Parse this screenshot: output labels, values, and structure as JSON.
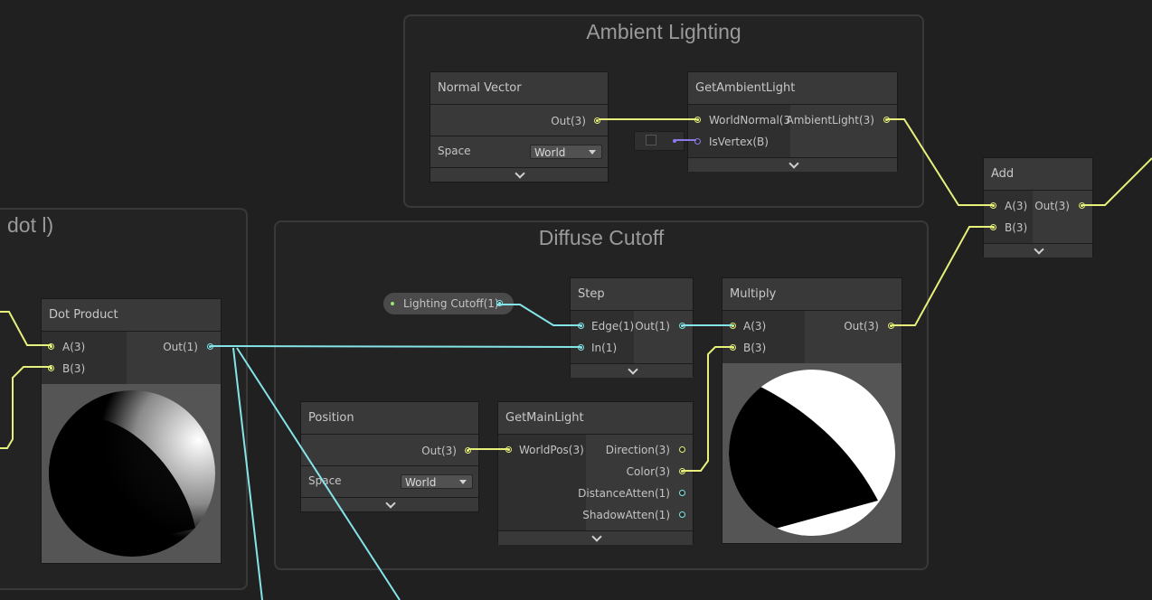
{
  "groups": {
    "ambient": {
      "title": "Ambient Lighting"
    },
    "diffuse": {
      "title": "Diffuse Cutoff"
    },
    "left": {
      "title": "dot l)"
    }
  },
  "nodes": {
    "normal_vector": {
      "title": "Normal Vector",
      "out": "Out(3)",
      "space_label": "Space",
      "space_value": "World"
    },
    "get_ambient_light": {
      "title": "GetAmbientLight",
      "in1": "WorldNormal(3)",
      "in2": "IsVertex(B)",
      "out": "AmbientLight(3)"
    },
    "add": {
      "title": "Add",
      "in_a": "A(3)",
      "in_b": "B(3)",
      "out": "Out(3)"
    },
    "dot_product": {
      "title": "Dot Product",
      "in_a": "A(3)",
      "in_b": "B(3)",
      "out": "Out(1)"
    },
    "lighting_cutoff": {
      "label": "Lighting Cutoff(1)"
    },
    "step": {
      "title": "Step",
      "in_edge": "Edge(1)",
      "in_in": "In(1)",
      "out": "Out(1)"
    },
    "multiply": {
      "title": "Multiply",
      "in_a": "A(3)",
      "in_b": "B(3)",
      "out": "Out(3)"
    },
    "position": {
      "title": "Position",
      "out": "Out(3)",
      "space_label": "Space",
      "space_value": "World"
    },
    "get_main_light": {
      "title": "GetMainLight",
      "in": "WorldPos(3)",
      "out_direction": "Direction(3)",
      "out_color": "Color(3)",
      "out_distance": "DistanceAtten(1)",
      "out_shadow": "ShadowAtten(1)"
    }
  },
  "colors": {
    "background": "#202020",
    "wire_vector3": "#e6f07a",
    "wire_vector1": "#84e4e7",
    "wire_boolean": "#8a7ae8"
  }
}
